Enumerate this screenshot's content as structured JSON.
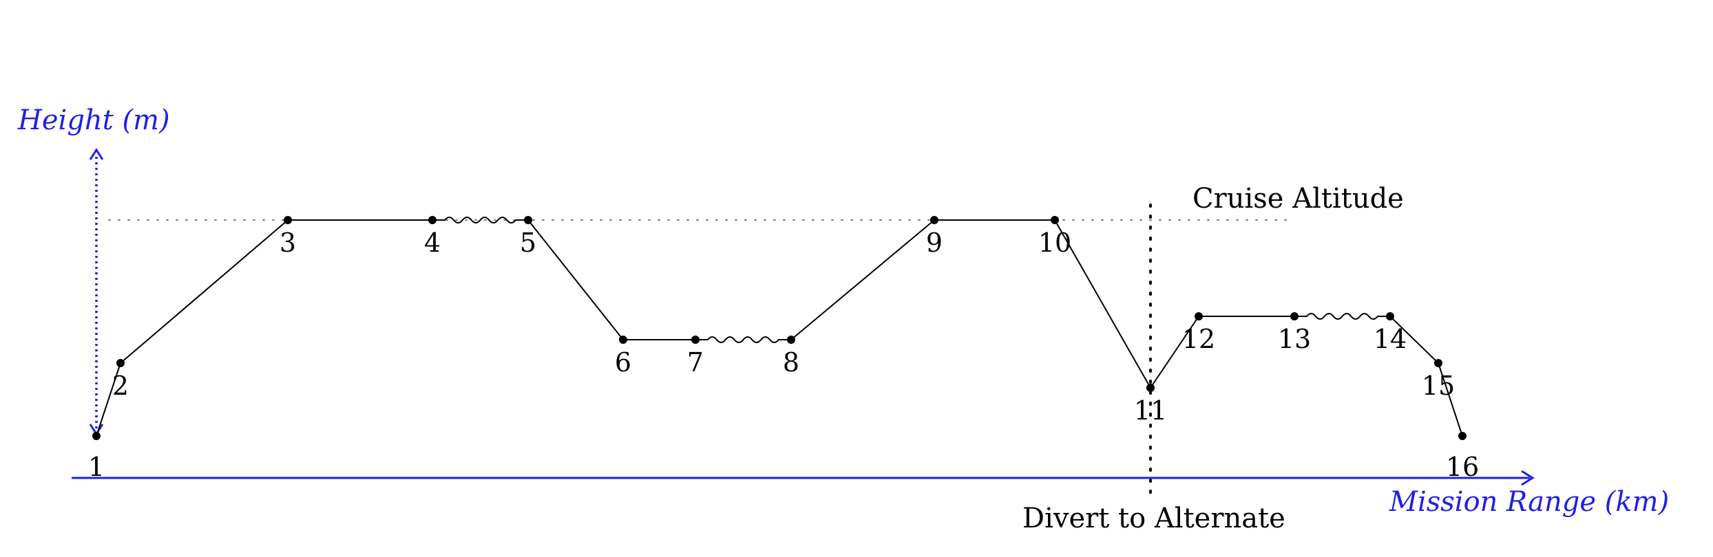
{
  "axes": {
    "y_label": "Height (m)",
    "x_label": "Mission Range (km)",
    "color": "#1f1fe6"
  },
  "annotations": {
    "cruise_altitude": "Cruise Altitude",
    "divert": "Divert to Alternate"
  },
  "points": [
    {
      "label": "1"
    },
    {
      "label": "2"
    },
    {
      "label": "3"
    },
    {
      "label": "4"
    },
    {
      "label": "5"
    },
    {
      "label": "6"
    },
    {
      "label": "7"
    },
    {
      "label": "8"
    },
    {
      "label": "9"
    },
    {
      "label": "10"
    },
    {
      "label": "11"
    },
    {
      "label": "12"
    },
    {
      "label": "13"
    },
    {
      "label": "14"
    },
    {
      "label": "15"
    },
    {
      "label": "16"
    }
  ],
  "loiter_segments": [
    [
      "4",
      "5"
    ],
    [
      "7",
      "8"
    ],
    [
      "13",
      "14"
    ]
  ]
}
